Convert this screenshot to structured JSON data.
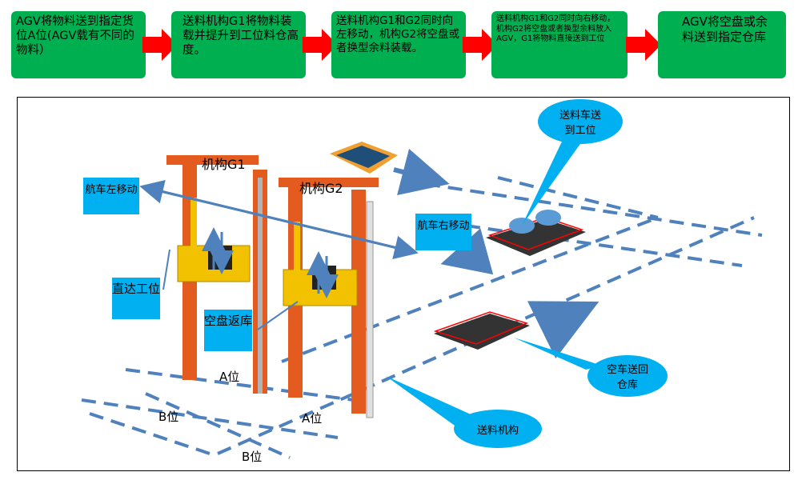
{
  "steps": [
    {
      "text": "AGV将物料送到指定货位A位(AGV载有不同的物料）"
    },
    {
      "text": "送料机构G1将物料装载并提升到工位料仓高度。"
    },
    {
      "text": "送料机构G1和G2同时向左移动，机构G2将空盘或者换型余料装载。"
    },
    {
      "text": "送料机构G1和G2同时向右移动，机构G2将空盘或者换型余料放入AGV，G1将物料直接送到工位"
    },
    {
      "text": "AGV将空盘或余料送到指定仓库"
    }
  ],
  "diagram": {
    "mech_g1": "机构G1",
    "mech_g2": "机构G2",
    "crane_left": "航车左移动",
    "crane_right": "航车右移动",
    "direct_station": "直达工位",
    "empty_tray_return": "空盘返库",
    "a_pos_1": "A位",
    "a_pos_2": "A位",
    "b_pos_1": "B位",
    "b_pos_2": "B位",
    "feed_car": "送料车送到工位",
    "empty_car_return": "空车送回仓库",
    "feed_mechanism": "送料机构"
  },
  "colors": {
    "step_green": "#00b050",
    "arrow_red": "#ff0000",
    "callout_cyan": "#00b0f0",
    "line_blue": "#4f81bd",
    "tower_orange": "#e35b1e"
  }
}
